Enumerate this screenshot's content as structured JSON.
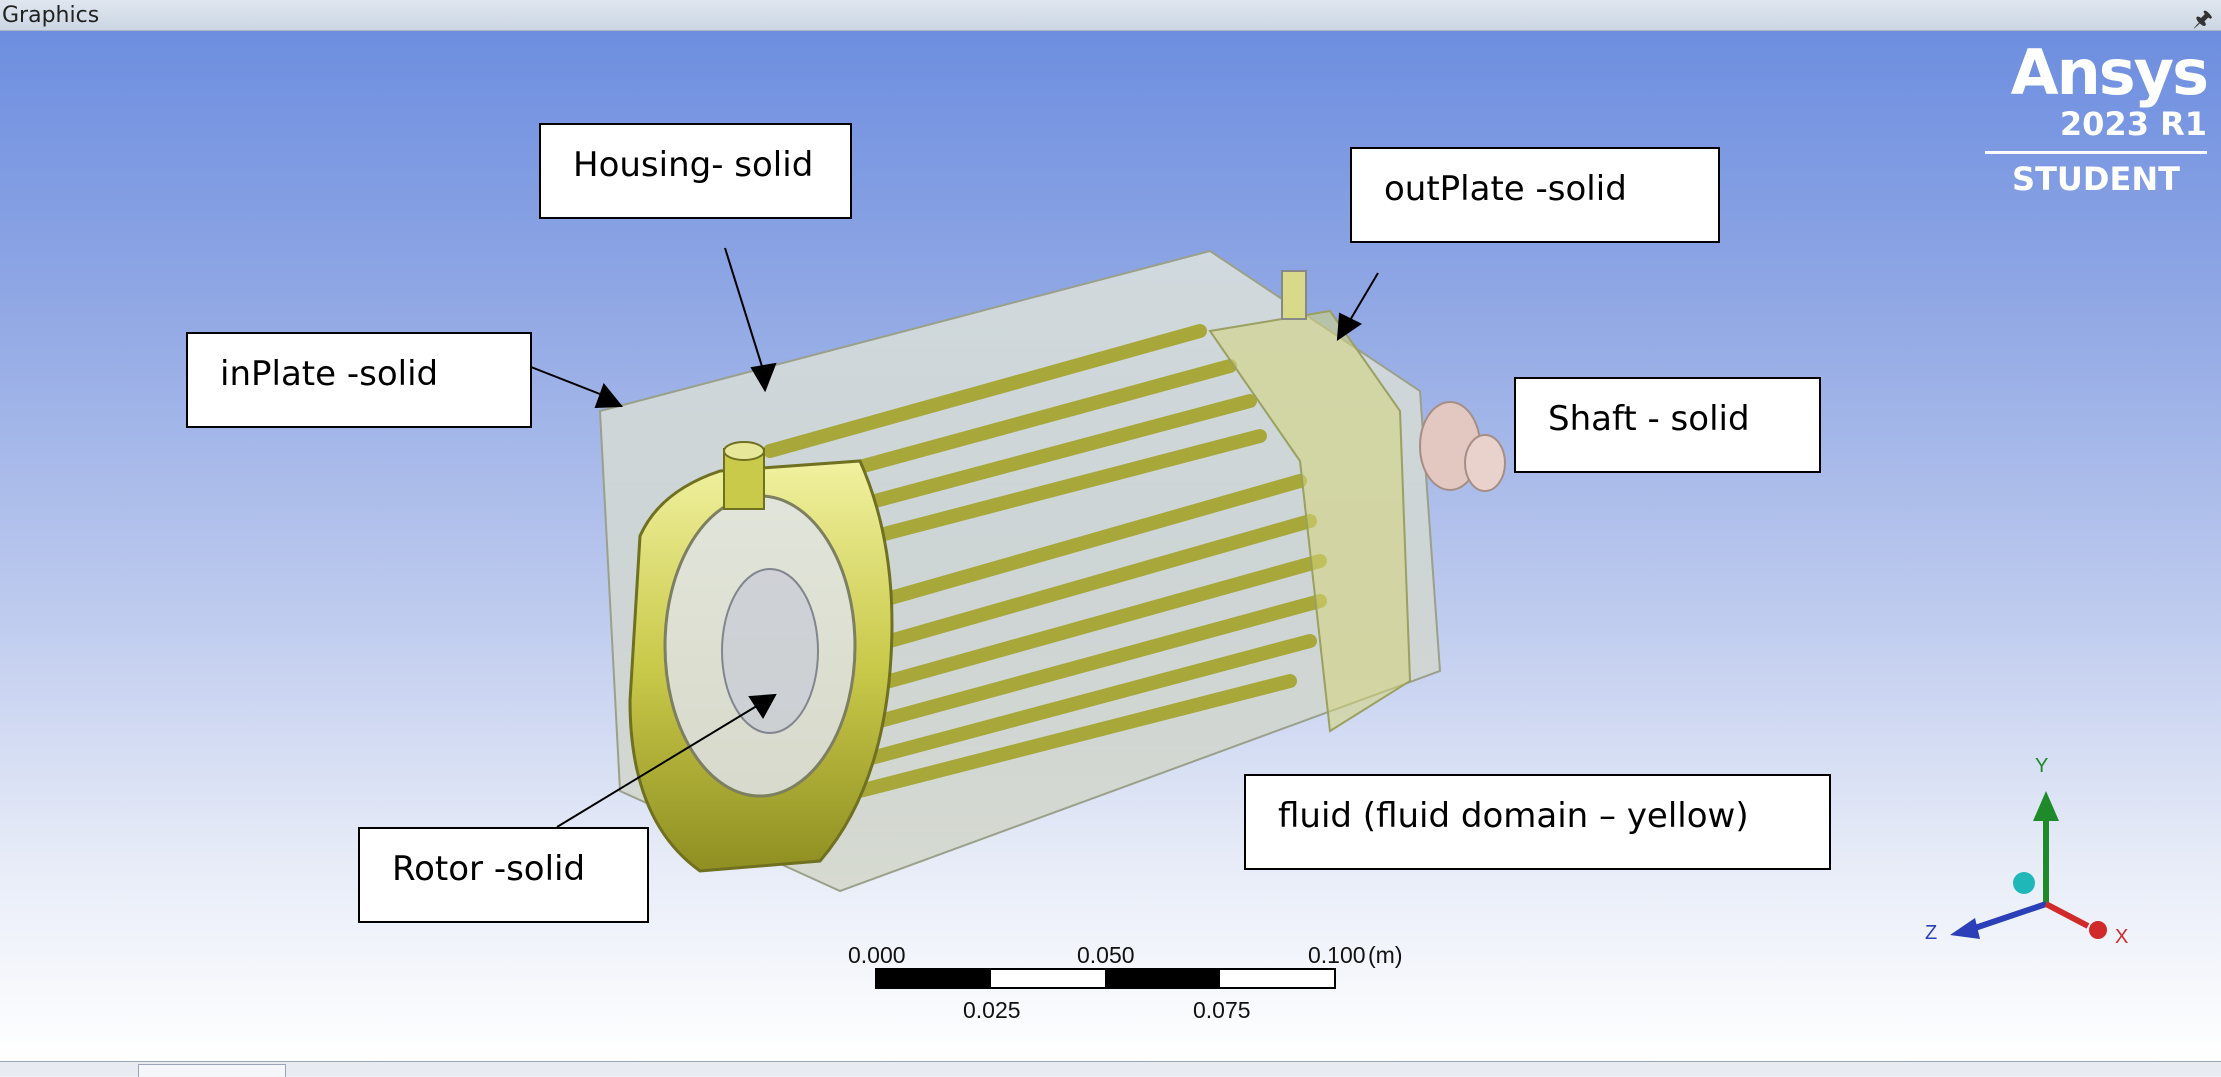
{
  "window": {
    "title": "Graphics"
  },
  "logo": {
    "brand": "Ansys",
    "version": "2023 R1",
    "edition": "STUDENT"
  },
  "annotations": {
    "housing": "Housing- solid",
    "outplate": "outPlate -solid",
    "inplate": "inPlate -solid",
    "shaft": "Shaft - solid",
    "rotor": "Rotor -solid",
    "fluid": "fluid (fluid domain – yellow)"
  },
  "scale_bar": {
    "top_labels": [
      "0.000",
      "0.050",
      "0.100"
    ],
    "bottom_labels": [
      "0.025",
      "0.075"
    ],
    "unit": "(m)"
  },
  "triad": {
    "x": "X",
    "y": "Y",
    "z": "Z"
  },
  "colors": {
    "background_top": "#6d8ee0",
    "background_bottom": "#ffffff",
    "fluid": "#c8c84a",
    "x_axis": "#d12a2a",
    "y_axis": "#1f8a2a",
    "z_axis": "#2a3fb8"
  }
}
